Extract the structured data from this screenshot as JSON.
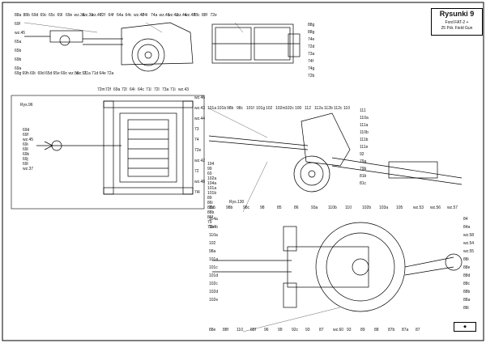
{
  "title": {
    "main": "Rysunki 9",
    "sub1": "Ford FAT-2 +",
    "sub2": "25 Pdr. Field Gun"
  },
  "figures": {
    "rys96": "Rys.96",
    "rys130": "Rys.130"
  },
  "labels": {
    "top_left_row": [
      "88a",
      "88b",
      "69d",
      "69c",
      "65c",
      "69l",
      "69e",
      "wz.38",
      "wz.39",
      "wz.40",
      "72f",
      "64f",
      "64a",
      "64c",
      "wz.48",
      "74i",
      "74a",
      "wz.41",
      "wz.42",
      "wz.44",
      "wz.47",
      "88c",
      "88f",
      "72e"
    ],
    "left_column": [
      "69f",
      "wz.45",
      "65a",
      "65b",
      "69b",
      "69a"
    ],
    "bottom_row_top": [
      "69g",
      "69h",
      "69i",
      "69d",
      "65d",
      "65e",
      "69c",
      "wz.50",
      "wz.51",
      "71a",
      "71d",
      "64e",
      "72a"
    ],
    "right_column_top": [
      "88g",
      "88g",
      "74e",
      "72d",
      "73a",
      "74f",
      "74g",
      "72b"
    ],
    "mid_block": [
      "72m",
      "72f",
      "69a",
      "72l",
      "64i",
      "64c",
      "71l",
      "72l",
      "73a",
      "71i",
      "wz.43"
    ],
    "rys96_left": [
      "69d",
      "69f",
      "wz.45",
      "69i",
      "69l",
      "69k",
      "69j",
      "69l",
      "wz.37"
    ],
    "rys96_right": [
      "wz.46",
      "wz.43",
      "wz.44",
      "73",
      "74",
      "72e",
      "wz.42",
      "72",
      "wz.48",
      "74l"
    ],
    "gun_top_row": [
      "101a",
      "101b",
      "98b",
      "98c",
      "101f",
      "101g",
      "102",
      "102m",
      "102c",
      "100",
      "112",
      "112a",
      "112b",
      "112c",
      "110"
    ],
    "gun_right": [
      "111",
      "110a",
      "111a",
      "110b",
      "111b",
      "111e",
      "92",
      "79a",
      "79b",
      "81b",
      "81c"
    ],
    "gun_bottom": [
      "104",
      "99",
      "60",
      "102a",
      "104a",
      "101a",
      "101b",
      "89",
      "86i",
      "88a",
      "88b",
      "86f",
      "79",
      "79a"
    ],
    "plan_top": [
      "115",
      "98b",
      "98c",
      "98",
      "85",
      "86",
      "93a",
      "110b",
      "110",
      "102b",
      "103a",
      "105",
      "wz.53",
      "wz.56",
      "wz.57"
    ],
    "plan_left": [
      "114a",
      "114b",
      "110a",
      "102",
      "98a",
      "101a",
      "101c",
      "101d",
      "102c",
      "102d",
      "102e"
    ],
    "plan_bottom": [
      "88e",
      "88f",
      "110",
      "88f",
      "96",
      "99",
      "92c",
      "93",
      "87",
      "wz.60",
      "93",
      "89",
      "88",
      "87b",
      "87a",
      "87"
    ],
    "plan_right": [
      "84",
      "84a",
      "wz.58",
      "wz.54",
      "wz.55",
      "88i",
      "88e",
      "88d",
      "88c",
      "88b",
      "88a",
      "88i"
    ]
  }
}
